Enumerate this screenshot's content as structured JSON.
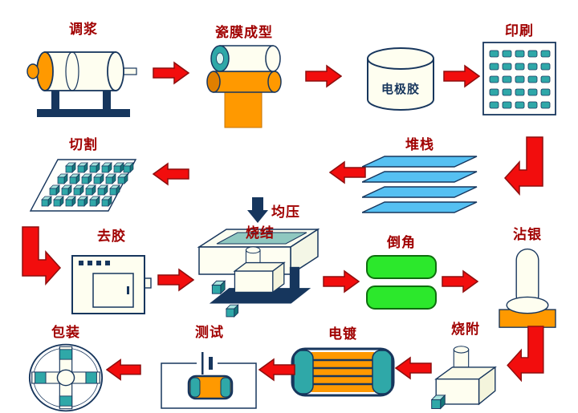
{
  "palette": {
    "label_red": "#A00000",
    "arrow_red": "#F20D0D",
    "arrow_border": "#8E0E0E",
    "outline_navy": "#17365D",
    "machine_cream": "#FEFEF0",
    "teal": "#2FA8A8",
    "sheet_blue": "#55C0F2",
    "bar_green": "#2CE82C",
    "orange": "#FF9900"
  },
  "steps": [
    {
      "id": "slurry",
      "label": "调浆"
    },
    {
      "id": "tape-casting",
      "label": "瓷膜成型"
    },
    {
      "id": "electrode-paste",
      "label": "电极胶"
    },
    {
      "id": "printing",
      "label": "印刷"
    },
    {
      "id": "stacking",
      "label": "堆栈"
    },
    {
      "id": "pressing",
      "label": "均压"
    },
    {
      "id": "cutting",
      "label": "切割"
    },
    {
      "id": "binder-removal",
      "label": "去胶"
    },
    {
      "id": "sintering",
      "label": "烧结"
    },
    {
      "id": "chamfering",
      "label": "倒角"
    },
    {
      "id": "silver-dipping",
      "label": "沾银"
    },
    {
      "id": "firing",
      "label": "烧附"
    },
    {
      "id": "plating",
      "label": "电镀"
    },
    {
      "id": "testing",
      "label": "测试"
    },
    {
      "id": "packaging",
      "label": "包装"
    }
  ]
}
